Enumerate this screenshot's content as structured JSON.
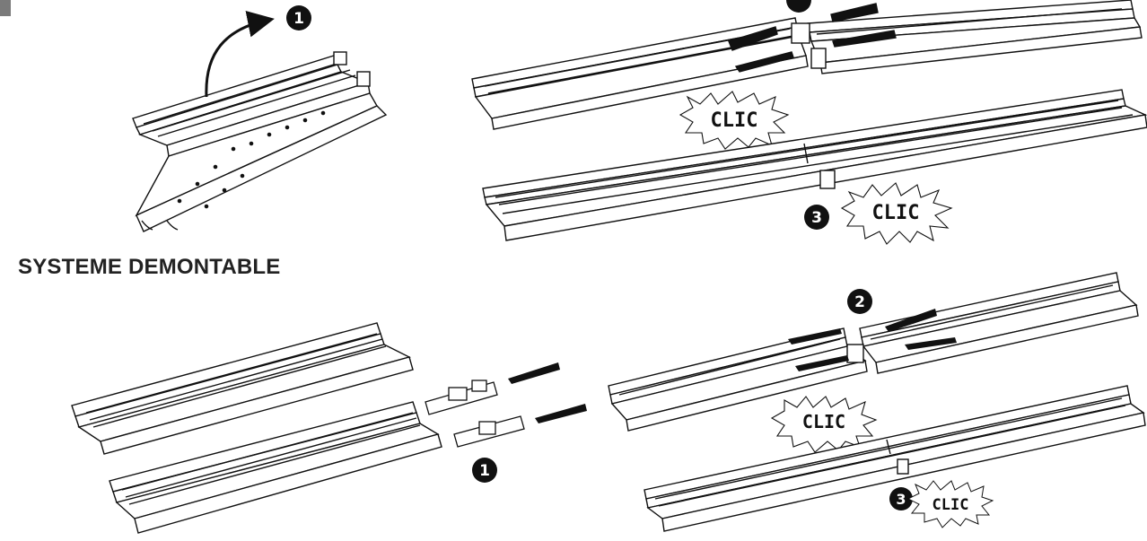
{
  "heading": "SYSTEME DEMONTABLE",
  "clic_label": "CLIC",
  "steps": {
    "one": "1",
    "two": "2",
    "three": "3"
  },
  "colors": {
    "ink": "#111111",
    "heading": "#222222",
    "paper": "#ffffff",
    "corner": "#7a7a7a"
  }
}
